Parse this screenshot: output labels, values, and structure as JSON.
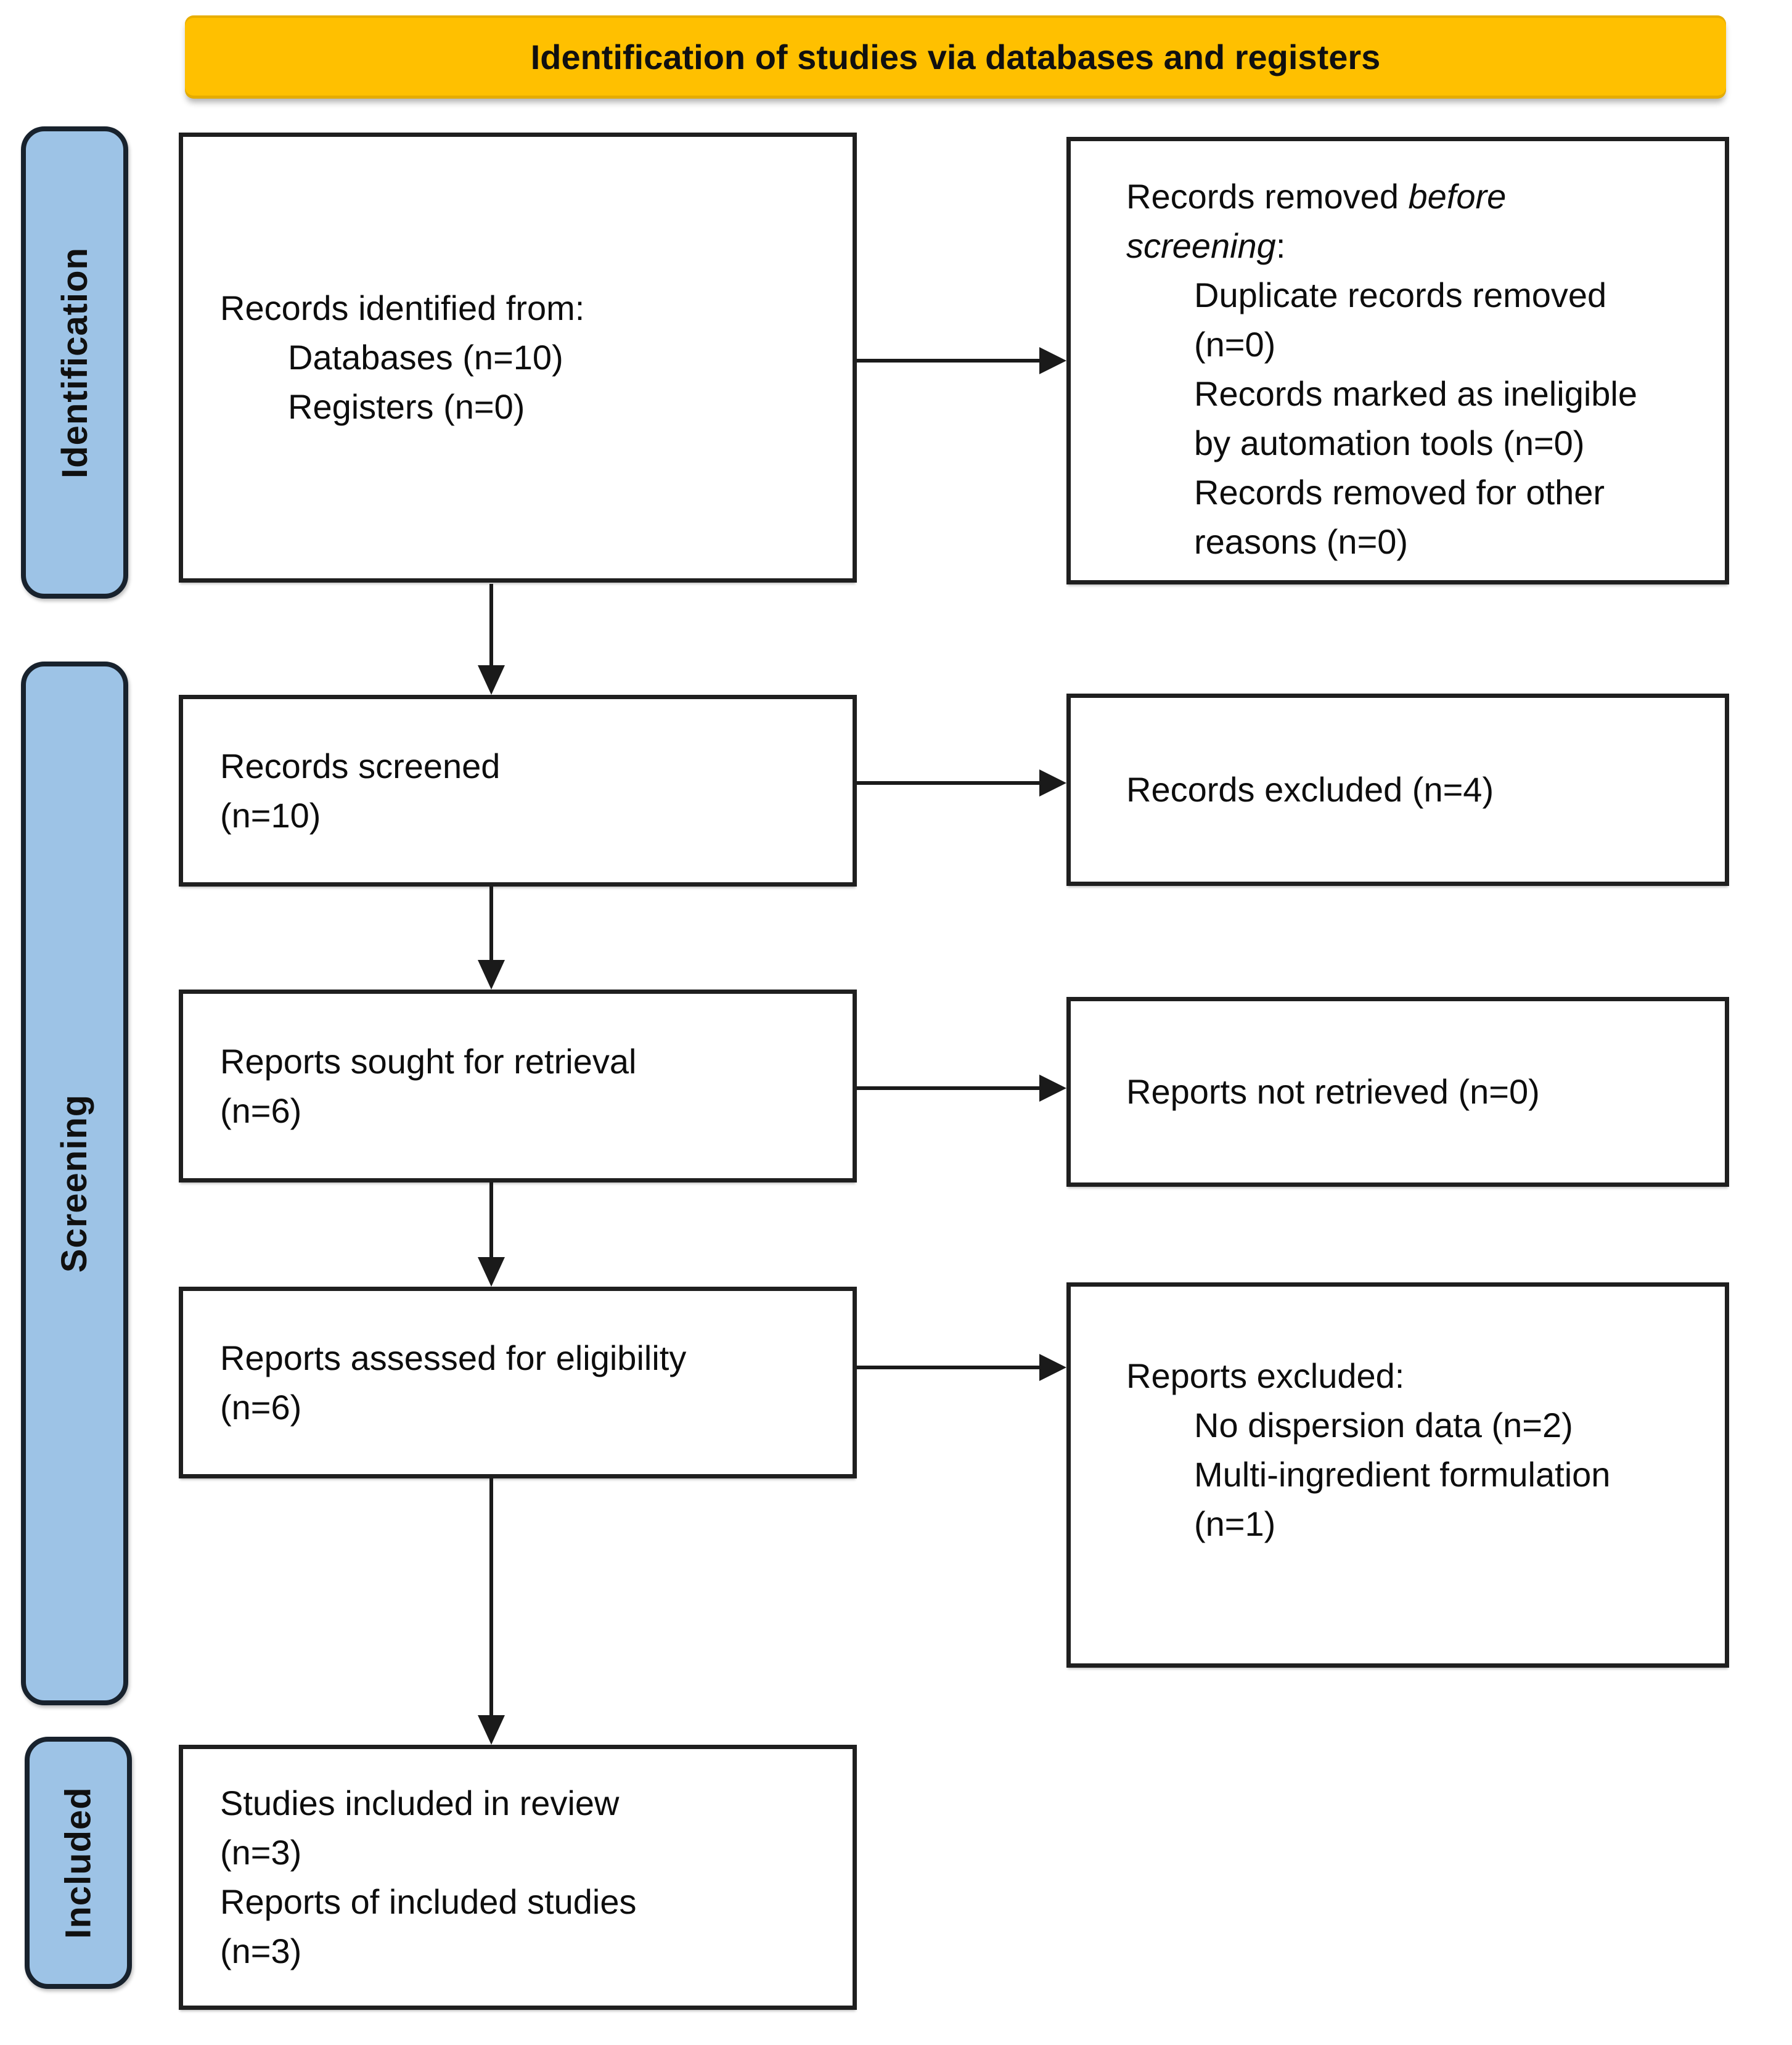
{
  "banner": {
    "label": "Identification of studies via databases and registers"
  },
  "stages": [
    {
      "label": "Identification"
    },
    {
      "label": "Screening"
    },
    {
      "label": "Included"
    }
  ],
  "colors": {
    "banner_bg": "#FFC000",
    "stage_bg": "#9DC3E6",
    "box_border": "#1F1F1F",
    "arrow": "#1A1A1A"
  },
  "boxes": {
    "identified": {
      "lines": [
        {
          "text": "Records identified from:",
          "indent": 0
        },
        {
          "text": "Databases (n=10)",
          "indent": 1
        },
        {
          "text": "Registers (n=0)",
          "indent": 1
        }
      ]
    },
    "removed_before_screening": {
      "lines": [
        {
          "parts": [
            {
              "t": "Records removed "
            },
            {
              "t": "before",
              "i": true
            }
          ],
          "indent": 0
        },
        {
          "parts": [
            {
              "t": "screening",
              "i": true
            },
            {
              "t": ":"
            }
          ],
          "indent": 0
        },
        {
          "text": "Duplicate records removed",
          "indent": 1
        },
        {
          "text": "(n=0)",
          "indent": 1
        },
        {
          "text": "Records marked as ineligible",
          "indent": 1
        },
        {
          "text": "by automation tools (n=0)",
          "indent": 1
        },
        {
          "text": "Records removed for other",
          "indent": 1
        },
        {
          "text": "reasons (n=0)",
          "indent": 1
        }
      ]
    },
    "screened": {
      "lines": [
        {
          "text": "Records screened",
          "indent": 0
        },
        {
          "text": "(n=10)",
          "indent": 0
        }
      ]
    },
    "records_excluded": {
      "lines": [
        {
          "text": "Records excluded (n=4)",
          "indent": 0
        }
      ]
    },
    "sought": {
      "lines": [
        {
          "text": "Reports sought for retrieval",
          "indent": 0
        },
        {
          "text": "(n=6)",
          "indent": 0
        }
      ]
    },
    "not_retrieved": {
      "lines": [
        {
          "text": "Reports not retrieved (n=0)",
          "indent": 0
        }
      ]
    },
    "assessed": {
      "lines": [
        {
          "text": "Reports assessed for eligibility",
          "indent": 0
        },
        {
          "text": "(n=6)",
          "indent": 0
        }
      ]
    },
    "reports_excluded": {
      "lines": [
        {
          "text": "Reports excluded:",
          "indent": 0
        },
        {
          "text": "No dispersion data (n=2)",
          "indent": 1
        },
        {
          "text": "Multi-ingredient formulation",
          "indent": 1
        },
        {
          "text": "(n=1)",
          "indent": 1
        }
      ]
    },
    "included_studies": {
      "lines": [
        {
          "text": "Studies included in review",
          "indent": 0
        },
        {
          "text": "(n=3)",
          "indent": 0
        },
        {
          "text": "Reports of included studies",
          "indent": 0
        },
        {
          "text": "(n=3)",
          "indent": 0
        }
      ]
    }
  }
}
